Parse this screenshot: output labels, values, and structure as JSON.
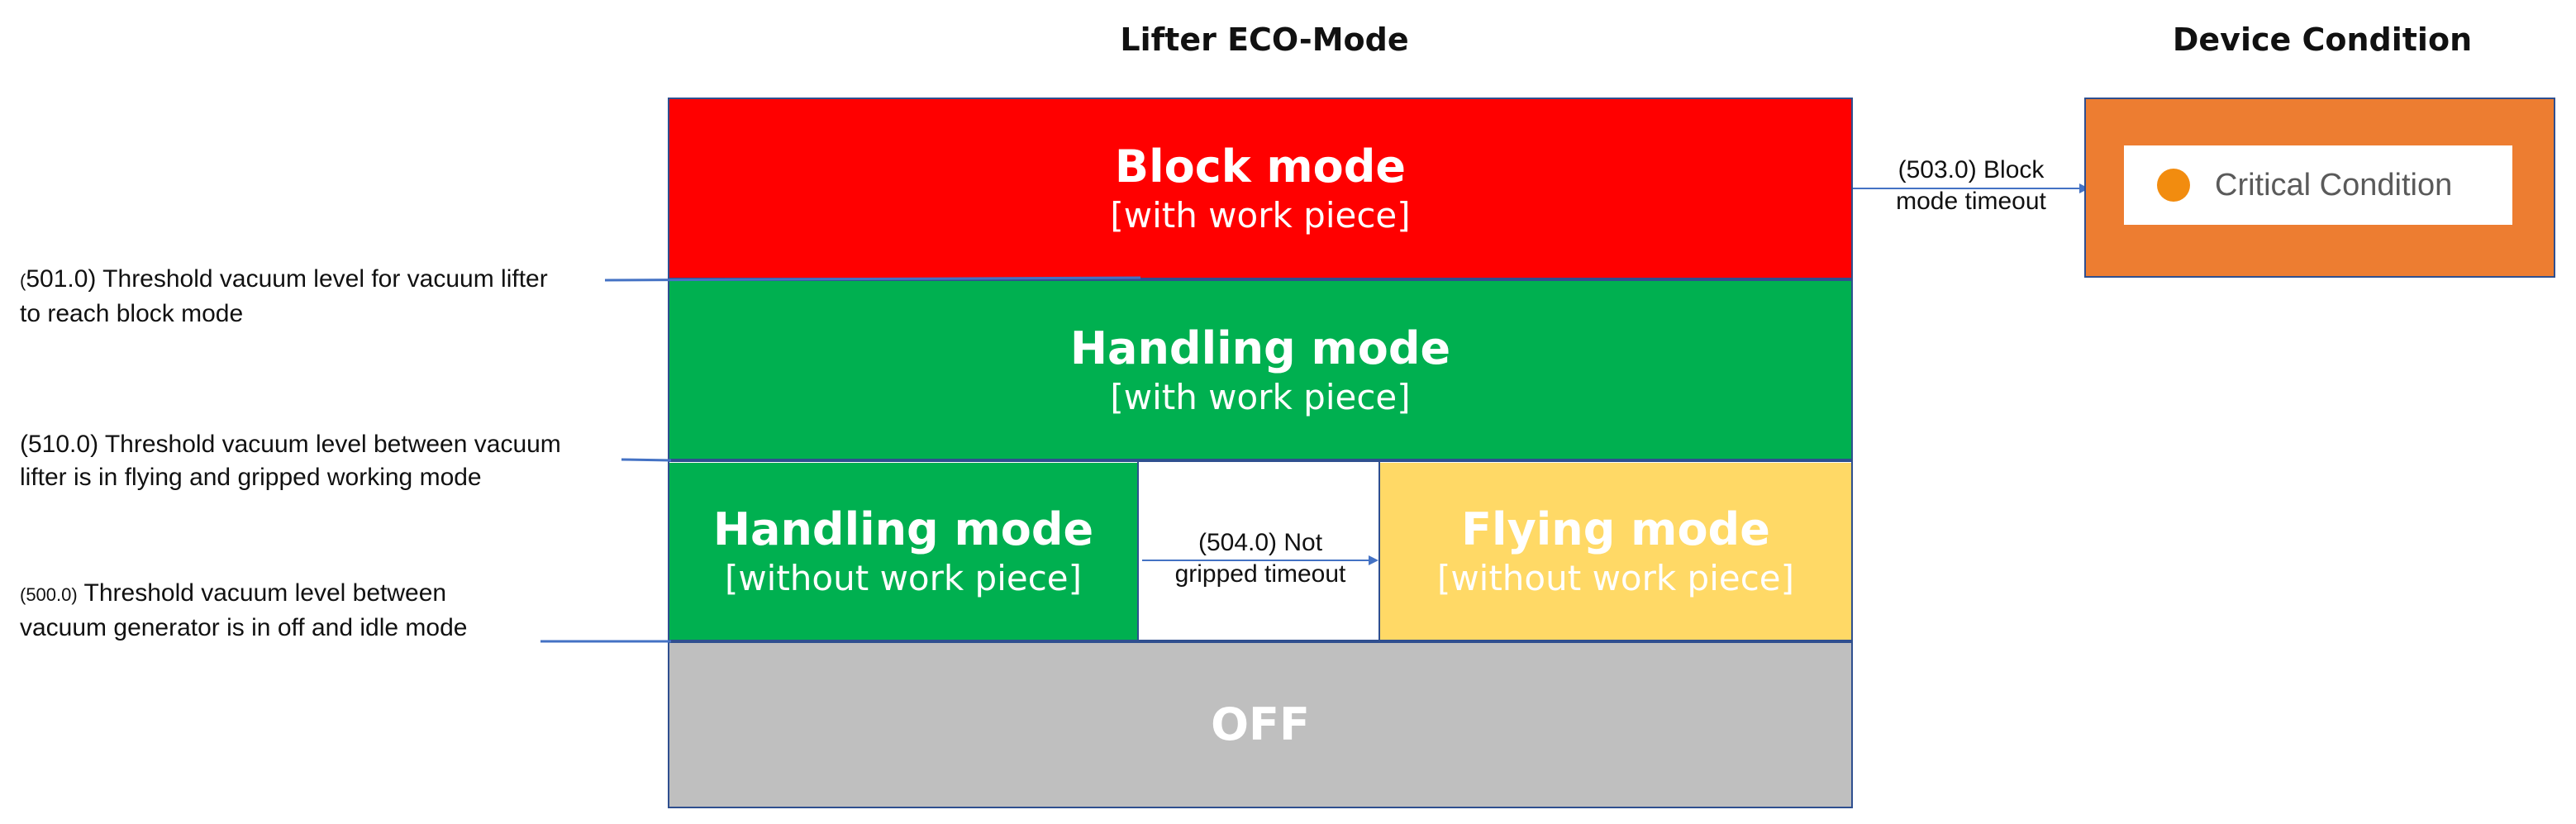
{
  "headings": {
    "left": "Lifter ECO-Mode",
    "right": "Device Condition"
  },
  "modes": {
    "block": {
      "title": "Block mode",
      "subtitle": "[with work piece]",
      "color": "#ff0000"
    },
    "handling_with": {
      "title": "Handling mode",
      "subtitle": "[with work piece]",
      "color": "#00b050"
    },
    "handling_without": {
      "title": "Handling mode",
      "subtitle": "[without work piece]",
      "color": "#00b050"
    },
    "flying_without": {
      "title": "Flying mode",
      "subtitle": "[without work piece]",
      "color": "#ffd966"
    },
    "off": {
      "title": "OFF",
      "color": "#bfbfbf"
    }
  },
  "thresholds": {
    "t501": {
      "paren": "(",
      "line1": "501.0) Threshold vacuum level for vacuum lifter",
      "line2": "to reach block mode"
    },
    "t510": {
      "line1": "(510.0) Threshold vacuum level between  vacuum",
      "line2": "lifter is in flying and gripped working mode"
    },
    "t500": {
      "code": "(500.0)",
      "line1": " Threshold vacuum level between",
      "line2": "vacuum generator is in off and idle mode"
    }
  },
  "timeouts": {
    "block": {
      "line1": "(503.0) Block",
      "line2": "mode timeout"
    },
    "not_gripped": {
      "line1": "(504.0) Not",
      "line2": "gripped timeout"
    }
  },
  "device_condition": {
    "status_text": "Critical Condition",
    "frame_color": "#ed7d31",
    "dot_color": "#f28c0f"
  },
  "colors": {
    "connector": "#4472c4",
    "outline": "#2f4f8f"
  }
}
